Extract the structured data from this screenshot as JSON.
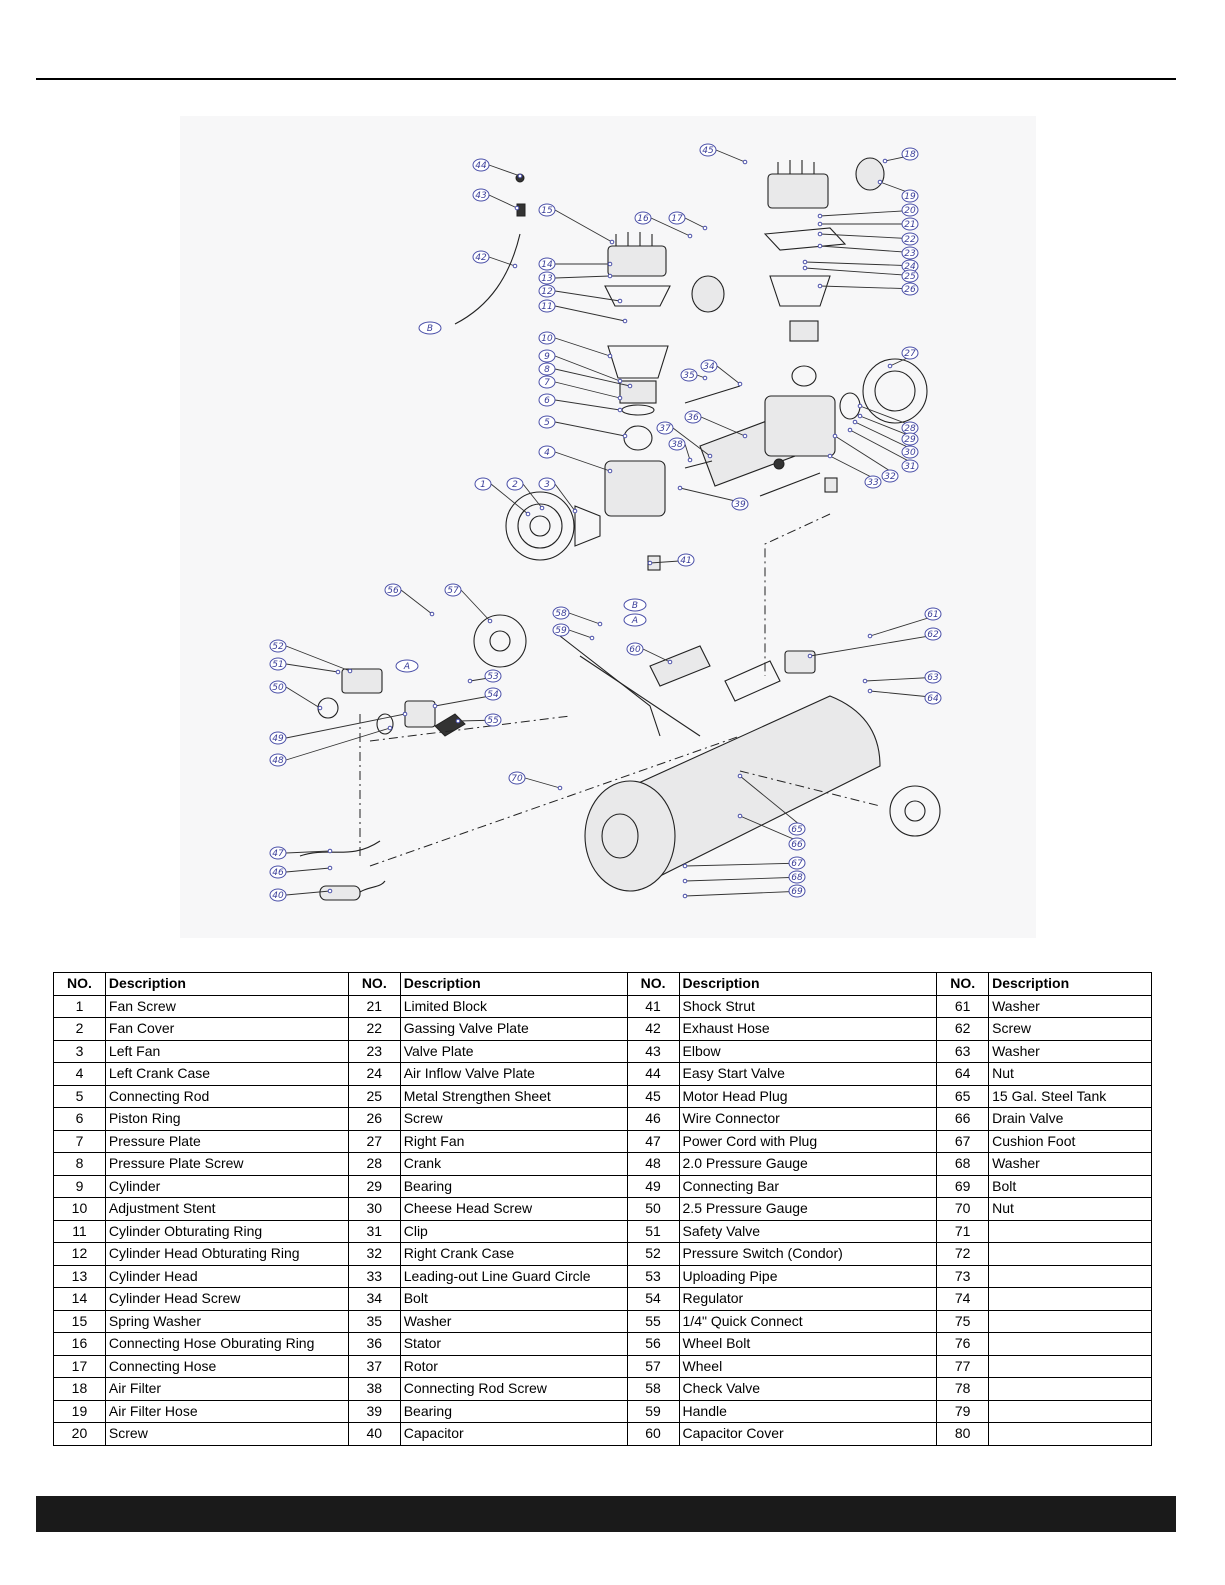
{
  "diagram": {
    "callouts": [
      "1",
      "2",
      "3",
      "4",
      "5",
      "6",
      "7",
      "8",
      "9",
      "10",
      "11",
      "12",
      "13",
      "14",
      "15",
      "16",
      "17",
      "18",
      "19",
      "20",
      "21",
      "22",
      "23",
      "24",
      "25",
      "26",
      "27",
      "28",
      "29",
      "30",
      "31",
      "32",
      "33",
      "34",
      "35",
      "36",
      "37",
      "38",
      "39",
      "40",
      "41",
      "42",
      "43",
      "44",
      "45",
      "46",
      "47",
      "48",
      "49",
      "50",
      "51",
      "52",
      "53",
      "54",
      "55",
      "56",
      "57",
      "58",
      "59",
      "60",
      "61",
      "62",
      "63",
      "64",
      "65",
      "66",
      "67",
      "68",
      "69",
      "70"
    ],
    "connector_letters": [
      "A",
      "B"
    ]
  },
  "table": {
    "headers": [
      {
        "no": "NO.",
        "desc": "Description"
      },
      {
        "no": "NO.",
        "desc": "Description"
      },
      {
        "no": "NO.",
        "desc": "Description"
      },
      {
        "no": "NO.",
        "desc": "Description"
      }
    ],
    "rows": [
      [
        {
          "no": "1",
          "desc": "Fan Screw"
        },
        {
          "no": "21",
          "desc": "Limited Block"
        },
        {
          "no": "41",
          "desc": "Shock Strut"
        },
        {
          "no": "61",
          "desc": "Washer"
        }
      ],
      [
        {
          "no": "2",
          "desc": "Fan Cover"
        },
        {
          "no": "22",
          "desc": "Gassing Valve Plate"
        },
        {
          "no": "42",
          "desc": "Exhaust Hose"
        },
        {
          "no": "62",
          "desc": "Screw"
        }
      ],
      [
        {
          "no": "3",
          "desc": "Left Fan"
        },
        {
          "no": "23",
          "desc": "Valve Plate"
        },
        {
          "no": "43",
          "desc": "Elbow"
        },
        {
          "no": "63",
          "desc": "Washer"
        }
      ],
      [
        {
          "no": "4",
          "desc": "Left Crank Case"
        },
        {
          "no": "24",
          "desc": "Air Inflow Valve Plate"
        },
        {
          "no": "44",
          "desc": "Easy Start Valve"
        },
        {
          "no": "64",
          "desc": "Nut"
        }
      ],
      [
        {
          "no": "5",
          "desc": "Connecting Rod"
        },
        {
          "no": "25",
          "desc": "Metal Strengthen Sheet"
        },
        {
          "no": "45",
          "desc": "Motor Head Plug"
        },
        {
          "no": "65",
          "desc": "15 Gal. Steel Tank"
        }
      ],
      [
        {
          "no": "6",
          "desc": "Piston Ring"
        },
        {
          "no": "26",
          "desc": "Screw"
        },
        {
          "no": "46",
          "desc": "Wire Connector"
        },
        {
          "no": "66",
          "desc": "Drain Valve"
        }
      ],
      [
        {
          "no": "7",
          "desc": "Pressure Plate"
        },
        {
          "no": "27",
          "desc": "Right Fan"
        },
        {
          "no": "47",
          "desc": "Power Cord with Plug"
        },
        {
          "no": "67",
          "desc": "Cushion Foot"
        }
      ],
      [
        {
          "no": "8",
          "desc": "Pressure Plate Screw"
        },
        {
          "no": "28",
          "desc": "Crank"
        },
        {
          "no": "48",
          "desc": "2.0 Pressure Gauge"
        },
        {
          "no": "68",
          "desc": "Washer"
        }
      ],
      [
        {
          "no": "9",
          "desc": "Cylinder"
        },
        {
          "no": "29",
          "desc": "Bearing"
        },
        {
          "no": "49",
          "desc": "Connecting Bar"
        },
        {
          "no": "69",
          "desc": "Bolt"
        }
      ],
      [
        {
          "no": "10",
          "desc": "Adjustment Stent"
        },
        {
          "no": "30",
          "desc": "Cheese Head Screw"
        },
        {
          "no": "50",
          "desc": "2.5 Pressure Gauge"
        },
        {
          "no": "70",
          "desc": "Nut"
        }
      ],
      [
        {
          "no": "11",
          "desc": "Cylinder Obturating Ring"
        },
        {
          "no": "31",
          "desc": "Clip"
        },
        {
          "no": "51",
          "desc": "Safety Valve"
        },
        {
          "no": "71",
          "desc": ""
        }
      ],
      [
        {
          "no": "12",
          "desc": "Cylinder Head Obturating Ring"
        },
        {
          "no": "32",
          "desc": "Right Crank Case"
        },
        {
          "no": "52",
          "desc": "Pressure Switch (Condor)"
        },
        {
          "no": "72",
          "desc": ""
        }
      ],
      [
        {
          "no": "13",
          "desc": "Cylinder Head"
        },
        {
          "no": "33",
          "desc": "Leading-out Line Guard Circle"
        },
        {
          "no": "53",
          "desc": "Uploading Pipe"
        },
        {
          "no": "73",
          "desc": ""
        }
      ],
      [
        {
          "no": "14",
          "desc": "Cylinder Head Screw"
        },
        {
          "no": "34",
          "desc": "Bolt"
        },
        {
          "no": "54",
          "desc": "Regulator"
        },
        {
          "no": "74",
          "desc": ""
        }
      ],
      [
        {
          "no": "15",
          "desc": "Spring Washer"
        },
        {
          "no": "35",
          "desc": "Washer"
        },
        {
          "no": "55",
          "desc": "1/4\" Quick Connect"
        },
        {
          "no": "75",
          "desc": ""
        }
      ],
      [
        {
          "no": "16",
          "desc": "Connecting Hose Oburating Ring"
        },
        {
          "no": "36",
          "desc": "Stator"
        },
        {
          "no": "56",
          "desc": "Wheel Bolt"
        },
        {
          "no": "76",
          "desc": ""
        }
      ],
      [
        {
          "no": "17",
          "desc": "Connecting Hose"
        },
        {
          "no": "37",
          "desc": "Rotor"
        },
        {
          "no": "57",
          "desc": "Wheel"
        },
        {
          "no": "77",
          "desc": ""
        }
      ],
      [
        {
          "no": "18",
          "desc": "Air Filter"
        },
        {
          "no": "38",
          "desc": "Connecting Rod Screw"
        },
        {
          "no": "58",
          "desc": "Check Valve"
        },
        {
          "no": "78",
          "desc": ""
        }
      ],
      [
        {
          "no": "19",
          "desc": "Air Filter Hose"
        },
        {
          "no": "39",
          "desc": "Bearing"
        },
        {
          "no": "59",
          "desc": "Handle"
        },
        {
          "no": "79",
          "desc": ""
        }
      ],
      [
        {
          "no": "20",
          "desc": "Screw"
        },
        {
          "no": "40",
          "desc": "Capacitor"
        },
        {
          "no": "60",
          "desc": "Capacitor Cover"
        },
        {
          "no": "80",
          "desc": ""
        }
      ]
    ]
  }
}
